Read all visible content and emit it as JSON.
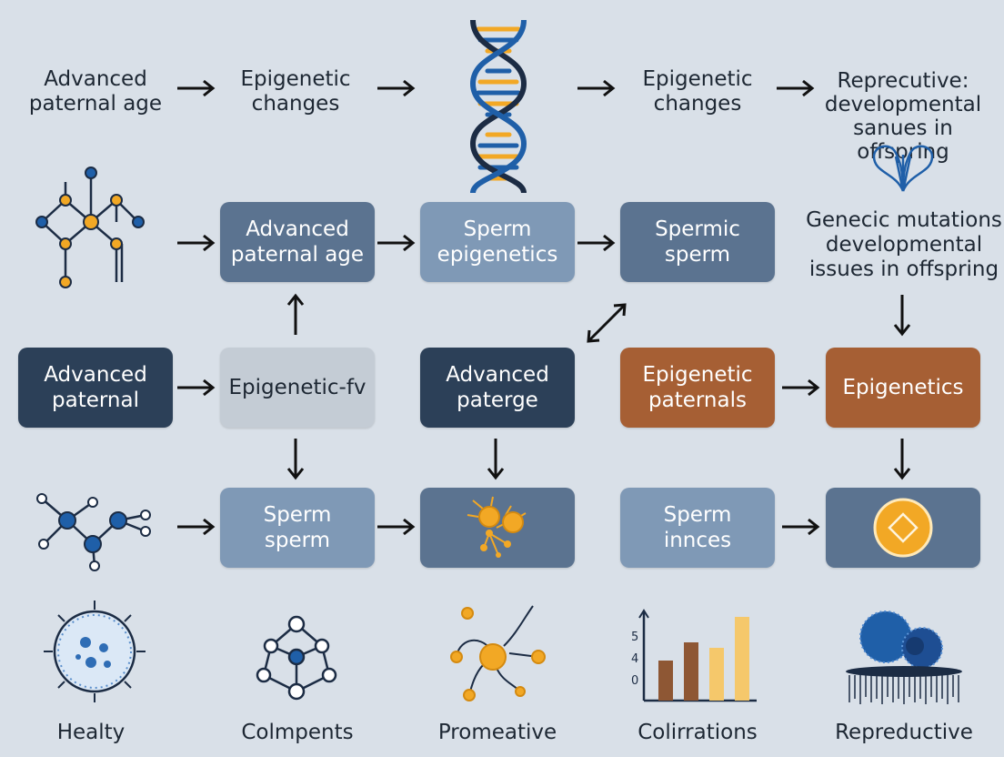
{
  "top_row": {
    "t1": "Advanced\npaternal age",
    "t2": "Epigenetic\nchanges",
    "t3": "Epigenetic\nchanges",
    "t4": "Reprecutive:\ndevelopmental\nsanues in offspring"
  },
  "right_text": "Genecic mutations\ndevelopmental\nissues in offspring",
  "row2": {
    "b1": "Advanced\npaternal age",
    "b2": "Sperm\nepigenetics",
    "b3": "Spermic\nsperm"
  },
  "row3": {
    "b0": "Advanced\npaternal",
    "b1": "Epigenetic-fv",
    "b2": "Advanced\npaterge",
    "b3": "Epigenetic\npaternals",
    "b4": "Epigenetics"
  },
  "row4": {
    "b1": "Sperm\nsperm",
    "b3": "Sperm\ninnces"
  },
  "bottom": {
    "l1": "Healty",
    "l2": "Colmpents",
    "l3": "Promeative",
    "l4": "Colirrations",
    "l5": "Repreductive"
  },
  "mini_chart": {
    "ticks": [
      "5",
      "4",
      "0"
    ]
  },
  "colors": {
    "background": "#d9e0e8",
    "steel": "#5b7390",
    "light_steel": "#7f99b6",
    "navy": "#2c4058",
    "pale": "#c4ccd5",
    "copper": "#a65f34",
    "orange": "#f2a825",
    "blue": "#1f5fa8"
  }
}
